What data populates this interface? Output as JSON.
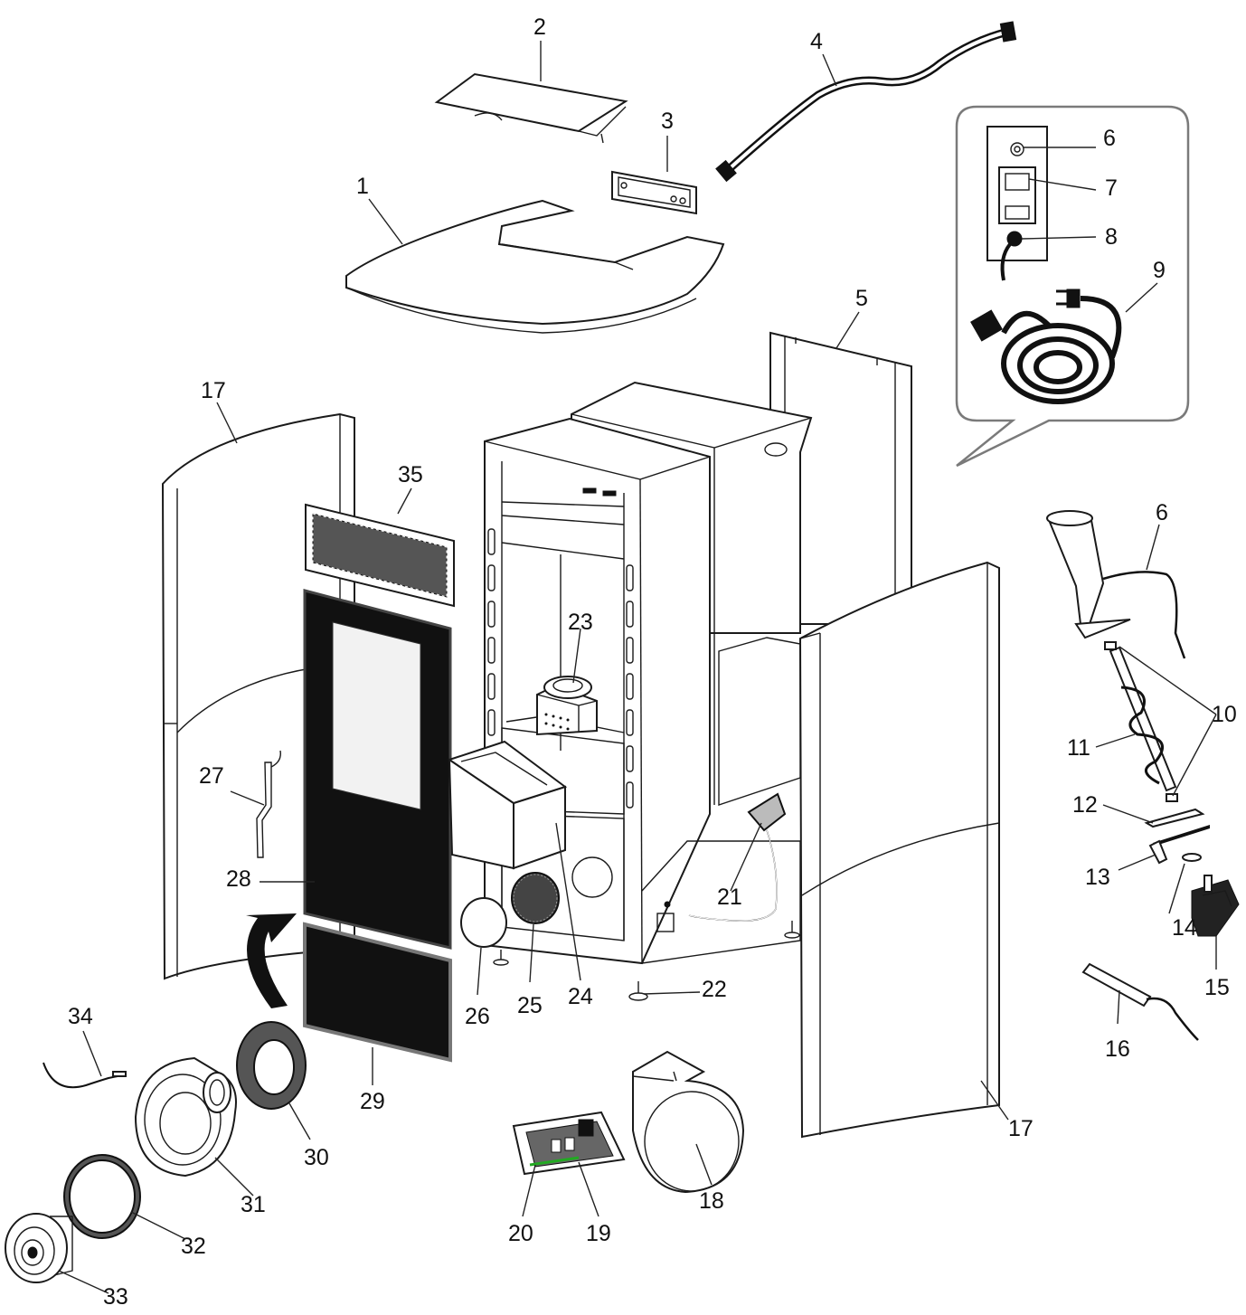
{
  "diagram": {
    "callouts": [
      {
        "id": "c1",
        "text": "1"
      },
      {
        "id": "c2",
        "text": "2"
      },
      {
        "id": "c3",
        "text": "3"
      },
      {
        "id": "c4",
        "text": "4"
      },
      {
        "id": "c5",
        "text": "5"
      },
      {
        "id": "c6a",
        "text": "6"
      },
      {
        "id": "c6b",
        "text": "6"
      },
      {
        "id": "c7",
        "text": "7"
      },
      {
        "id": "c8",
        "text": "8"
      },
      {
        "id": "c9",
        "text": "9"
      },
      {
        "id": "c10",
        "text": "10"
      },
      {
        "id": "c11",
        "text": "11"
      },
      {
        "id": "c12",
        "text": "12"
      },
      {
        "id": "c13",
        "text": "13"
      },
      {
        "id": "c14",
        "text": "14"
      },
      {
        "id": "c15",
        "text": "15"
      },
      {
        "id": "c16",
        "text": "16"
      },
      {
        "id": "c17a",
        "text": "17"
      },
      {
        "id": "c17b",
        "text": "17"
      },
      {
        "id": "c18",
        "text": "18"
      },
      {
        "id": "c19",
        "text": "19"
      },
      {
        "id": "c20",
        "text": "20"
      },
      {
        "id": "c21",
        "text": "21"
      },
      {
        "id": "c22",
        "text": "22"
      },
      {
        "id": "c23",
        "text": "23"
      },
      {
        "id": "c24",
        "text": "24"
      },
      {
        "id": "c25",
        "text": "25"
      },
      {
        "id": "c26",
        "text": "26"
      },
      {
        "id": "c27",
        "text": "27"
      },
      {
        "id": "c28",
        "text": "28"
      },
      {
        "id": "c29",
        "text": "29"
      },
      {
        "id": "c30",
        "text": "30"
      },
      {
        "id": "c31",
        "text": "31"
      },
      {
        "id": "c32",
        "text": "32"
      },
      {
        "id": "c33",
        "text": "33"
      },
      {
        "id": "c34",
        "text": "34"
      },
      {
        "id": "c35",
        "text": "35"
      }
    ],
    "colors": {
      "outline": "#1a1a1a",
      "glass_panel": "#111111",
      "detail_bubble": "#7a7a7a"
    }
  }
}
